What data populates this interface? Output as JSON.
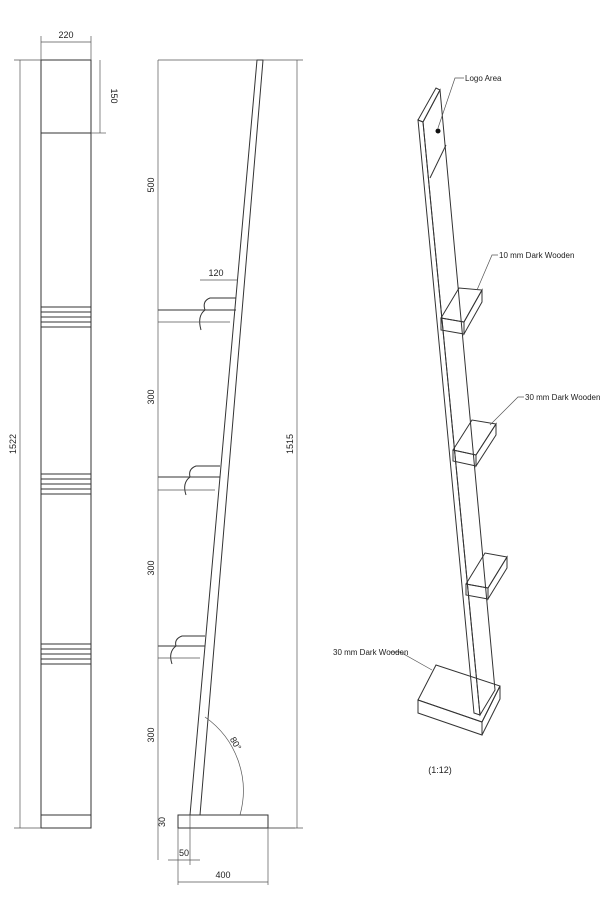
{
  "front_view": {
    "width_dim": "220",
    "top_panel_dim": "150",
    "height_dim": "1522"
  },
  "side_view": {
    "segment_dims": [
      "500",
      "300",
      "300",
      "300"
    ],
    "base_thickness_dim": "30",
    "shelf_depth_dim": "120",
    "height_dim": "1515",
    "offset_dim": "50",
    "base_length_dim": "400",
    "angle_dim": "80°"
  },
  "iso_view": {
    "callouts": [
      "Logo Area",
      "10 mm Dark Wooden",
      "30 mm Dark Wooden",
      "30 mm Dark Wooden"
    ],
    "scale": "(1:12)"
  }
}
